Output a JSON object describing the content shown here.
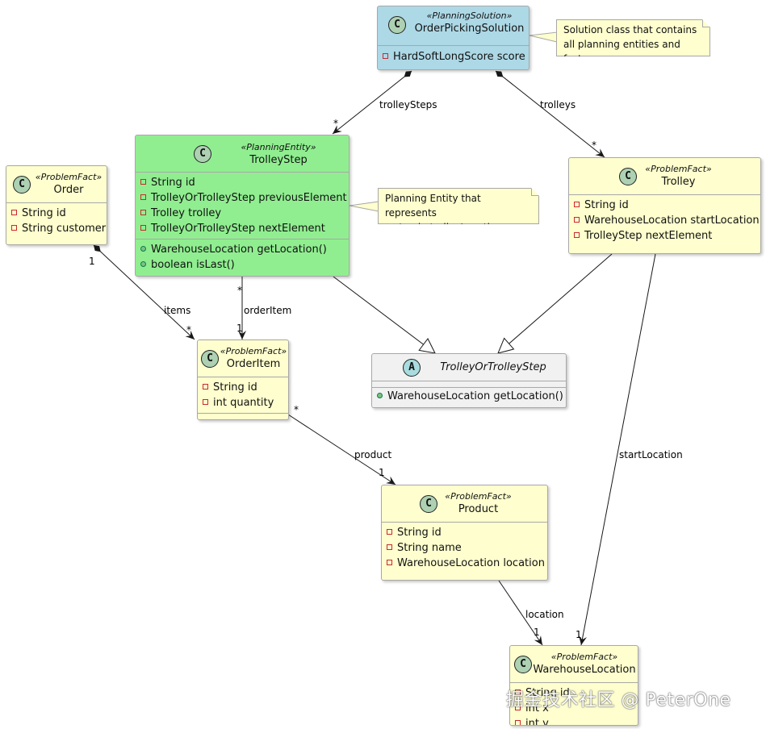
{
  "classes": {
    "order_picking_solution": {
      "stereotype": "«PlanningSolution»",
      "name": "OrderPickingSolution",
      "fields": [
        "HardSoftLongScore score"
      ]
    },
    "trolley_step": {
      "stereotype": "«PlanningEntity»",
      "name": "TrolleyStep",
      "fields": [
        "String id",
        "TrolleyOrTrolleyStep previousElement",
        "Trolley trolley",
        "TrolleyOrTrolleyStep nextElement"
      ],
      "methods": [
        "WarehouseLocation getLocation()",
        "boolean isLast()"
      ]
    },
    "trolley": {
      "stereotype": "«ProblemFact»",
      "name": "Trolley",
      "fields": [
        "String id",
        "WarehouseLocation startLocation",
        "TrolleyStep nextElement"
      ]
    },
    "order": {
      "stereotype": "«ProblemFact»",
      "name": "Order",
      "fields": [
        "String id",
        "String customer"
      ]
    },
    "order_item": {
      "stereotype": "«ProblemFact»",
      "name": "OrderItem",
      "fields": [
        "String id",
        "int quantity"
      ]
    },
    "trolley_or_trolley_step": {
      "name": "TrolleyOrTrolleyStep",
      "methods": [
        "WarehouseLocation getLocation()"
      ]
    },
    "product": {
      "stereotype": "«ProblemFact»",
      "name": "Product",
      "fields": [
        "String id",
        "String name",
        "WarehouseLocation location"
      ]
    },
    "warehouse_location": {
      "stereotype": "«ProblemFact»",
      "name": "WarehouseLocation",
      "fields": [
        "String id",
        "int x",
        "int y"
      ]
    }
  },
  "notes": {
    "solution_note": [
      "Solution class that contains",
      "all planning entities and facts"
    ],
    "entity_note": [
      "Planning Entity that represents",
      "a stop in trolley's path"
    ]
  },
  "edge_labels": {
    "trolley_steps": "trolleySteps",
    "trolleys": "trolleys",
    "items": "items",
    "order_item": "orderItem",
    "product": "product",
    "start_location": "startLocation",
    "location": "location"
  },
  "multiplicities": {
    "many": "*",
    "one": "1"
  },
  "circle_letters": {
    "class": "C",
    "abstract": "A"
  },
  "watermark": "掘金技术社区 @ PeterOne",
  "colors": {
    "solution": "#add8e6",
    "entity": "#90ee90",
    "fact": "#fefece",
    "abstract": "#f1f1f1"
  }
}
